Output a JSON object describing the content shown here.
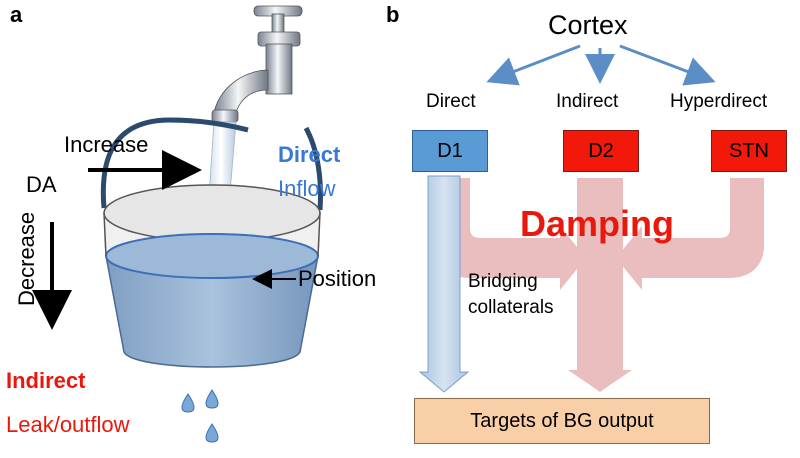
{
  "panel_a": {
    "letter": "a",
    "increase": "Increase",
    "da": "DA",
    "decrease": "Decrease",
    "direct": "Direct",
    "inflow": "Inflow",
    "position": "Position",
    "indirect": "Indirect",
    "leak_outflow": "Leak/outflow"
  },
  "panel_b": {
    "letter": "b",
    "cortex": "Cortex",
    "pathways": [
      "Direct",
      "Indirect",
      "Hyperdirect"
    ],
    "boxes": [
      "D1",
      "D2",
      "STN"
    ],
    "damping": "Damping",
    "bridging": "Bridging",
    "collaterals": "collaterals",
    "targets": "Targets of BG output"
  },
  "colors": {
    "direct_blue": "#3a78d6",
    "indirect_red": "#e8190c",
    "d1_fill": "#5b9bd5",
    "red_box": "#f2190a",
    "pink_arrow": "#e8b7b8",
    "light_blue_arrow": "#b9cfe6",
    "targets_fill": "#f9cfa8",
    "water": "#8fb0d4",
    "handle": "#2b4a6e"
  },
  "icons": {
    "faucet": "faucet-icon",
    "bucket": "bucket-icon",
    "drops": "water-drop-icon"
  }
}
